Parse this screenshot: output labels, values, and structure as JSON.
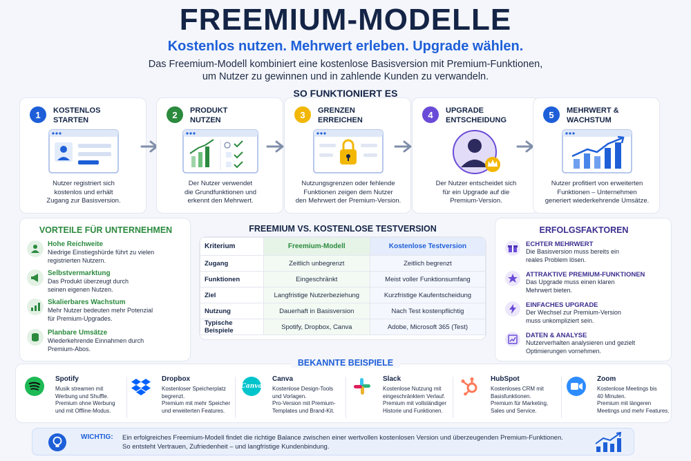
{
  "header": {
    "title": "FREEMIUM-MODELLE",
    "subtitle": "Kostenlos nutzen. Mehrwert erleben. Upgrade wählen.",
    "description_line1": "Das Freemium-Modell kombiniert eine kostenlose Basisversion mit Premium-Funktionen,",
    "description_line2": "um Nutzer zu gewinnen und in zahlende Kunden zu verwandeln."
  },
  "steps_section": {
    "title": "SO FUNKTIONIERT ES",
    "steps": [
      {
        "number": "1",
        "title_line1": "KOSTENLOS",
        "title_line2": "STARTEN",
        "text_line1": "Nutzer registriert sich",
        "text_line2": "kostenlos und erhält",
        "text_line3": "Zugang zur Basisversion.",
        "color": "#1e5fd8"
      },
      {
        "number": "2",
        "title_line1": "PRODUKT",
        "title_line2": "NUTZEN",
        "text_line1": "Der Nutzer verwendet",
        "text_line2": "die Grundfunktionen und",
        "text_line3": "erkennt den Mehrwert.",
        "color": "#2b8a3e"
      },
      {
        "number": "3",
        "title_line1": "GRENZEN",
        "title_line2": "ERREICHEN",
        "text_line1": "Nutzungsgrenzen oder fehlende",
        "text_line2": "Funktionen zeigen dem Nutzer",
        "text_line3": "den Mehrwert der Premium-Version.",
        "color": "#f2b705"
      },
      {
        "number": "4",
        "title_line1": "UPGRADE",
        "title_line2": "ENTSCHEIDUNG",
        "text_line1": "Der Nutzer entscheidet sich",
        "text_line2": "für ein Upgrade auf die",
        "text_line3": "Premium-Version.",
        "color": "#6a4bd8"
      },
      {
        "number": "5",
        "title_line1": "MEHRWERT &",
        "title_line2": "WACHSTUM",
        "text_line1": "Nutzer profitiert von erweiterten",
        "text_line2": "Funktionen – Unternehmen",
        "text_line3": "generiert wiederkehrende Umsätze.",
        "color": "#1e5fd8"
      }
    ]
  },
  "vorteile": {
    "title": "VORTEILE FÜR UNTERNEHMEN",
    "items": [
      {
        "heading": "Hohe Reichweite",
        "line1": "Niedrige Einstiegshürde führt zu vielen",
        "line2": "registrierten Nutzern.",
        "icon": "users-icon"
      },
      {
        "heading": "Selbstvermarktung",
        "line1": "Das Produkt überzeugt durch",
        "line2": "seinen eigenen Nutzen.",
        "icon": "megaphone-icon"
      },
      {
        "heading": "Skalierbares Wachstum",
        "line1": "Mehr Nutzer bedeuten mehr Potenzial",
        "line2": "für Premium-Upgrades.",
        "icon": "bar-chart-icon"
      },
      {
        "heading": "Planbare Umsätze",
        "line1": "Wiederkehrende Einnahmen durch",
        "line2": "Premium-Abos.",
        "icon": "coins-icon"
      }
    ]
  },
  "comparison": {
    "title": "FREEMIUM VS. KOSTENLOSE TESTVERSION",
    "header": {
      "label": "Kriterium",
      "col1": "Freemium-Modell",
      "col2": "Kostenlose Testversion"
    },
    "rows": [
      {
        "label": "Zugang",
        "col1": "Zeitlich unbegrenzt",
        "col2": "Zeitlich begrenzt"
      },
      {
        "label": "Funktionen",
        "col1": "Eingeschränkt",
        "col2": "Meist voller Funktionsumfang"
      },
      {
        "label": "Ziel",
        "col1": "Langfristige Nutzerbeziehung",
        "col2": "Kurzfristige Kaufentscheidung"
      },
      {
        "label": "Nutzung",
        "col1": "Dauerhaft in Basisversion",
        "col2": "Nach Test kostenpflichtig"
      },
      {
        "label": "Typische Beispiele",
        "col1": "Spotify, Dropbox, Canva",
        "col2": "Adobe, Microsoft 365 (Test)"
      }
    ]
  },
  "erfolg": {
    "title": "ERFOLGSFAKTOREN",
    "items": [
      {
        "heading": "ECHTER MEHRWERT",
        "line1": "Die Basisversion muss bereits ein",
        "line2": "reales Problem lösen.",
        "icon": "gift-icon"
      },
      {
        "heading": "ATTRAKTIVE PREMIUM-FUNKTIONEN",
        "line1": "Das Upgrade muss einen klaren",
        "line2": "Mehrwert bieten.",
        "icon": "star-icon"
      },
      {
        "heading": "EINFACHES UPGRADE",
        "line1": "Der Wechsel zur Premium-Version",
        "line2": "muss unkompliziert sein.",
        "icon": "lightning-icon"
      },
      {
        "heading": "DATEN & ANALYSE",
        "line1": "Nutzerverhalten analysieren und gezielt",
        "line2": "Optimierungen vornehmen.",
        "icon": "analytics-icon"
      }
    ]
  },
  "examples": {
    "title": "BEKANNTE BEISPIELE",
    "items": [
      {
        "name": "Spotify",
        "l1": "Musik streamen mit",
        "l2": "Werbung und Shuffle.",
        "l3": "Premium ohne Werbung",
        "l4": "und mit Offline-Modus.",
        "color": "#1db954"
      },
      {
        "name": "Dropbox",
        "l1": "Kostenloser Speicherplatz",
        "l2": "begrenzt.",
        "l3": "Premium mit mehr Speicher",
        "l4": "und erweiterten Features.",
        "color": "#0061fe"
      },
      {
        "name": "Canva",
        "l1": "Kostenlose Design-Tools",
        "l2": "und Vorlagen.",
        "l3": "Pro-Version mit Premium-",
        "l4": "Templates und Brand-Kit.",
        "color": "#00c4cc",
        "logo_text": "Canva"
      },
      {
        "name": "Slack",
        "l1": "Kostenlose Nutzung mit",
        "l2": "eingeschränktem Verlauf.",
        "l3": "Premium mit vollständiger",
        "l4": "Historie und Funktionen.",
        "color": "#e01e5a"
      },
      {
        "name": "HubSpot",
        "l1": "Kostenloses CRM mit",
        "l2": "Basisfunktionen.",
        "l3": "Premium für Marketing,",
        "l4": "Sales und Service.",
        "color": "#ff7a59"
      },
      {
        "name": "Zoom",
        "l1": "Kostenlose Meetings bis",
        "l2": "40 Minuten.",
        "l3": "Premium mit längeren",
        "l4": "Meetings und mehr Features.",
        "color": "#2d8cff"
      }
    ]
  },
  "note": {
    "label": "WICHTIG:",
    "line1": "Ein erfolgreiches Freemium-Modell findet die richtige Balance zwischen einer wertvollen kostenlosen Version und überzeugenden Premium-Funktionen.",
    "line2": "So entsteht Vertrauen, Zufriedenheit – und langfristige Kundenbindung."
  }
}
